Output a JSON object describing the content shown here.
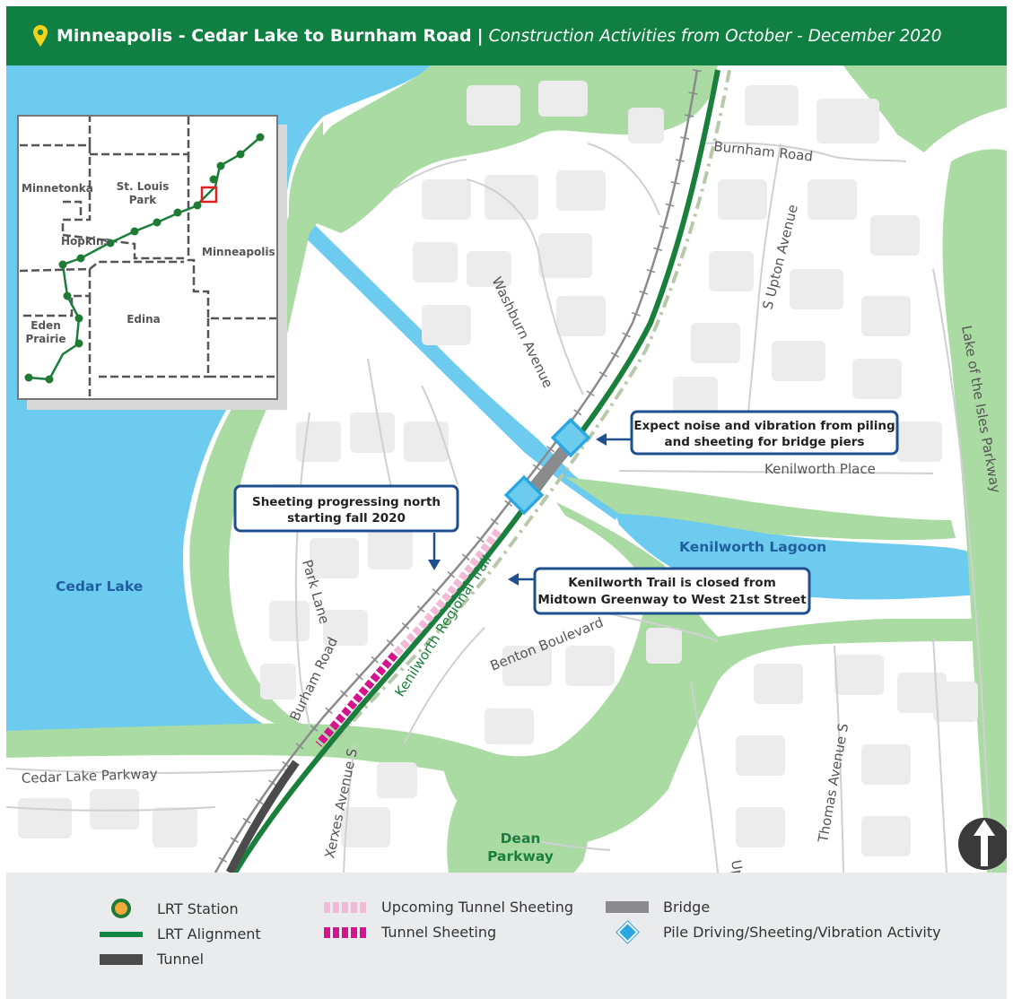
{
  "header": {
    "title": "Minneapolis - Cedar Lake to Burnham Road",
    "separator": "|",
    "subtitle": "Construction Activities from October - December 2020",
    "pin_icon": "location-pin-icon",
    "background_color": "#0f7f42",
    "pin_color": "#f5d21a"
  },
  "map": {
    "colors": {
      "water": "#6ecbf0",
      "park": "#a9dba2",
      "buildings": "#ececec",
      "lrt": "#1a7f3c",
      "tunnel": "#4b4b4b",
      "bridge": "#8b8b8d",
      "sheeting": "#d4148e",
      "upcoming": "#f4b9d6",
      "activity": "#2aa7e1",
      "callout": "#1f4f8f"
    },
    "roads": {
      "burnham_road_north": "Burnham Road",
      "washburn": "Washburn Avenue",
      "s_upton": "S Upton Avenue",
      "lake_of_isles": "Lake of the Isles Parkway",
      "kenilworth_place": "Kenilworth Place",
      "park_lane": "Park Lane",
      "burham_road": "Burham Road",
      "kenilworth_trail": "Kenilworth Regional Trail",
      "benton": "Benton Boulevard",
      "cedar_lake_pkwy": "Cedar Lake Parkway",
      "xerxes": "Xerxes Avenue S",
      "upton_s": "Upton Avenue S",
      "thomas": "Thomas Avenue S"
    },
    "places": {
      "cedar_lake": "Cedar Lake",
      "kenilworth_lagoon": "Kenilworth Lagoon",
      "dean_1": "Dean",
      "dean_2": "Parkway"
    },
    "callouts": {
      "noise_1": "Expect noise and vibration from piling",
      "noise_2": "and sheeting for bridge piers",
      "sheeting_1": "Sheeting progressing north",
      "sheeting_2": "starting fall 2020",
      "trail_1": "Kenilworth Trail is closed from",
      "trail_2": "Midtown Greenway to West 21st Street"
    },
    "inset": {
      "minnetonka": "Minnetonka",
      "stlouis_1": "St. Louis",
      "stlouis_2": "Park",
      "hopkins": "Hopkins",
      "minneapolis": "Minneapolis",
      "eden_1": "Eden",
      "eden_2": "Prairie",
      "edina": "Edina"
    },
    "north_arrow_icon": "north-arrow-icon"
  },
  "legend": {
    "station": "LRT Station",
    "alignment": "LRT Alignment",
    "tunnel": "Tunnel",
    "upcoming": "Upcoming Tunnel Sheeting",
    "sheeting": "Tunnel Sheeting",
    "bridge": "Bridge",
    "activity": "Pile Driving/Sheeting/Vibration Activity"
  }
}
